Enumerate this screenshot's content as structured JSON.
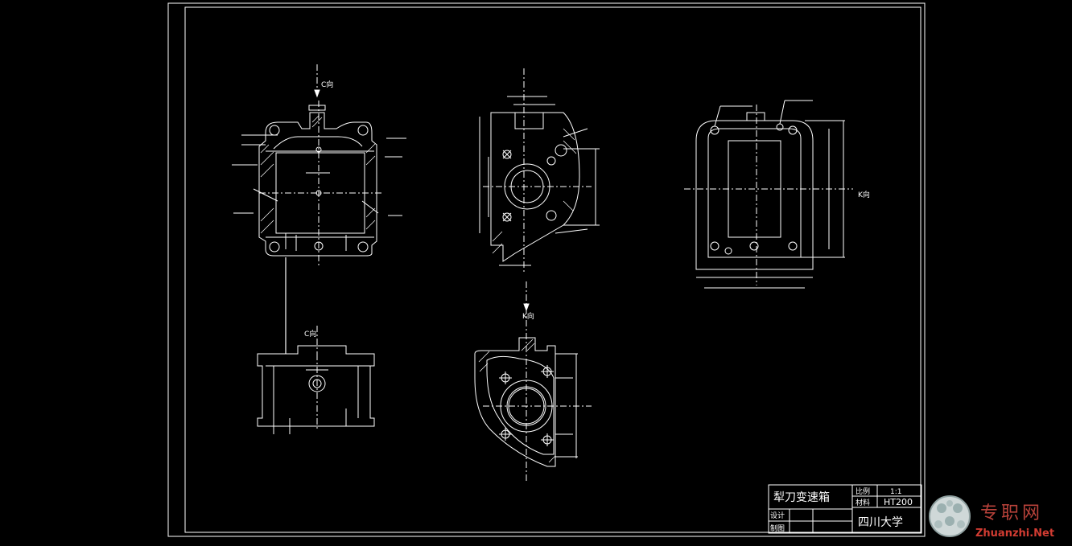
{
  "view_labels": {
    "c_view_top": "C向",
    "c_view_bottom": "C向",
    "k_view_right": "K向",
    "k_view_bottom": "K向"
  },
  "title_block": {
    "part_name": "犁刀变速箱",
    "scale_label": "比例",
    "scale_value": "1:1",
    "material_label": "材料",
    "material_value": "HT200",
    "designed_label": "设计",
    "drawn_label": "制图",
    "organization": "四川大学"
  },
  "watermark": {
    "cn": "专职网",
    "en": "Zhuanzhi.Net"
  },
  "colors": {
    "background": "#000000",
    "line": "#ffffff",
    "watermark_red": "#d23c32"
  }
}
